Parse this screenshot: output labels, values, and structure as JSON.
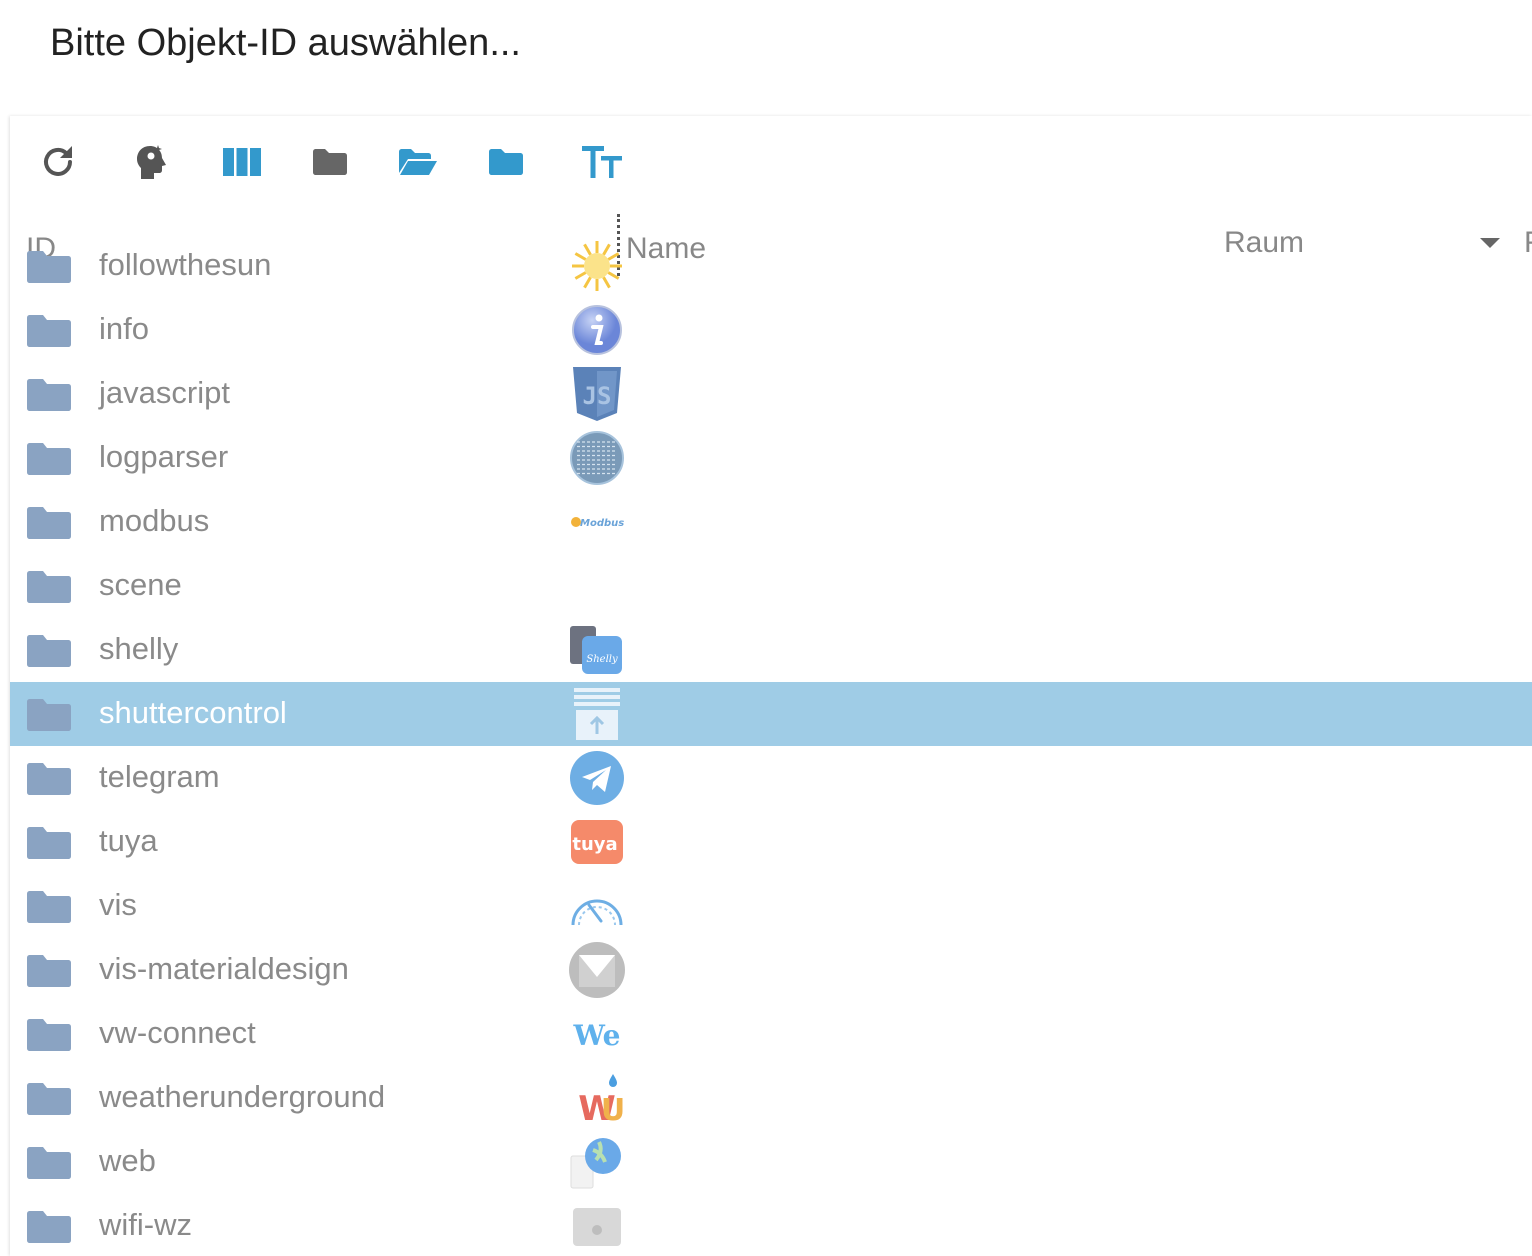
{
  "dialog": {
    "title": "Bitte Objekt-ID auswählen..."
  },
  "toolbar": {
    "buttons": [
      {
        "name": "refresh-button",
        "icon": "refresh-icon",
        "color": "#555555"
      },
      {
        "name": "expert-mode-button",
        "icon": "head-icon",
        "color": "#555555"
      },
      {
        "name": "columns-button",
        "icon": "columns-icon",
        "color": "#3399cc"
      },
      {
        "name": "collapse-all-button",
        "icon": "folder-icon",
        "color": "#666666"
      },
      {
        "name": "expand-all-button",
        "icon": "folder-open-icon",
        "color": "#3399cc"
      },
      {
        "name": "folder-button",
        "icon": "folder-icon",
        "color": "#3399cc"
      },
      {
        "name": "text-size-button",
        "icon": "text-size-icon",
        "color": "#3399cc"
      }
    ]
  },
  "columns": {
    "id": "ID",
    "name": "Name",
    "room": "Raum",
    "next": "F"
  },
  "rows": [
    {
      "id": "followthesun",
      "logo": "sun-icon"
    },
    {
      "id": "info",
      "logo": "info-icon"
    },
    {
      "id": "javascript",
      "logo": "js-icon"
    },
    {
      "id": "logparser",
      "logo": "globe-log-icon"
    },
    {
      "id": "modbus",
      "logo": "modbus-logo",
      "logo_text": "Modbus"
    },
    {
      "id": "scene",
      "logo": ""
    },
    {
      "id": "shelly",
      "logo": "shelly-logo",
      "logo_text": "Shelly"
    },
    {
      "id": "shuttercontrol",
      "logo": "shutter-icon",
      "selected": true
    },
    {
      "id": "telegram",
      "logo": "telegram-icon"
    },
    {
      "id": "tuya",
      "logo": "tuya-logo",
      "logo_text": "tuya"
    },
    {
      "id": "vis",
      "logo": "gauge-icon"
    },
    {
      "id": "vis-materialdesign",
      "logo": "material-m-icon"
    },
    {
      "id": "vw-connect",
      "logo": "we-logo",
      "logo_text": "We"
    },
    {
      "id": "weatherunderground",
      "logo": "wu-logo",
      "logo_text": "WU"
    },
    {
      "id": "web",
      "logo": "web-globe-icon"
    },
    {
      "id": "wifi-wz",
      "logo": "device-icon"
    }
  ],
  "colors": {
    "selected_row": "#9fcce6",
    "folder": "#8aa3c2",
    "accent": "#3399cc"
  }
}
